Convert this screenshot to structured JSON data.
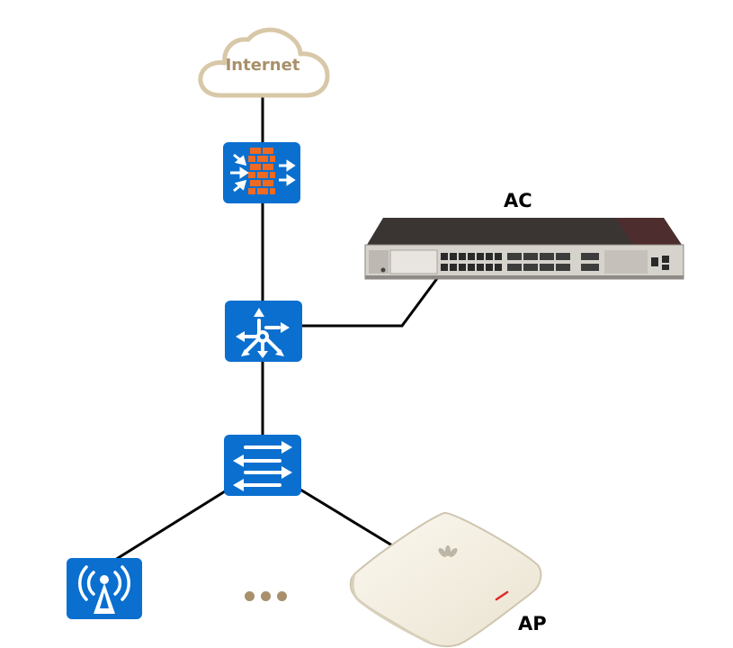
{
  "nodes": {
    "internet": {
      "label": "Internet",
      "icon": "cloud-icon",
      "color": "#a8906a"
    },
    "firewall": {
      "icon": "firewall-icon",
      "color": "#0a6fcf",
      "accent": "#ee6a22"
    },
    "router": {
      "icon": "router-icon",
      "color": "#0a6fcf"
    },
    "switch": {
      "icon": "switch-icon",
      "color": "#0a6fcf"
    },
    "ac": {
      "label": "AC",
      "icon": "access-controller-device"
    },
    "wireless": {
      "icon": "wireless-ap-icon",
      "color": "#0a6fcf"
    },
    "ap": {
      "label": "AP",
      "icon": "access-point-device"
    }
  },
  "links": [
    [
      "internet",
      "firewall"
    ],
    [
      "firewall",
      "router"
    ],
    [
      "router",
      "ac"
    ],
    [
      "router",
      "switch"
    ],
    [
      "switch",
      "wireless"
    ],
    [
      "switch",
      "ap"
    ]
  ]
}
